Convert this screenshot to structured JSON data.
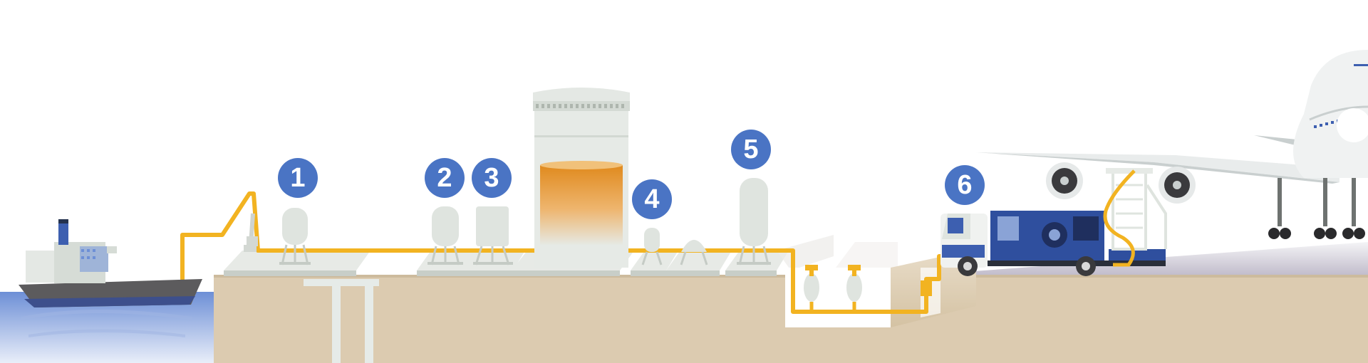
{
  "badges": [
    {
      "label": "1"
    },
    {
      "label": "2"
    },
    {
      "label": "3"
    },
    {
      "label": "4"
    },
    {
      "label": "5"
    },
    {
      "label": "6"
    }
  ],
  "colors": {
    "badge": "#4a74c4",
    "pipe": "#f2b321",
    "ground": "#dccbb0",
    "water": "#5b7fcf",
    "equipment": "#dfe4df",
    "truck_body": "#2f4f9e",
    "fuel": "#e08a1e"
  },
  "icons": [
    "tanker-ship",
    "unloading-arm",
    "storage-tank",
    "filter-vessel",
    "fuel-truck",
    "airplane"
  ]
}
